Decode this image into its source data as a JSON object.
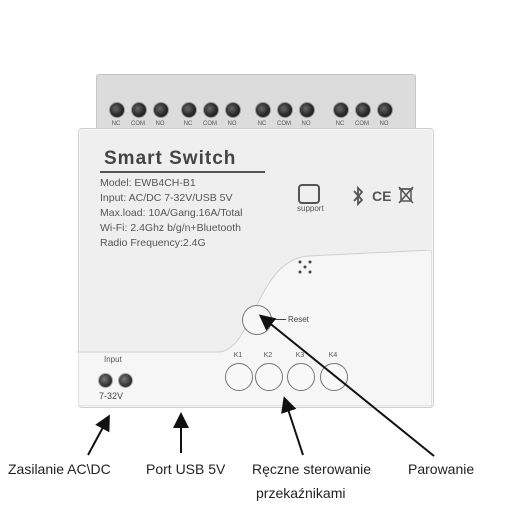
{
  "terminals": {
    "labels": [
      "NC",
      "COM",
      "NO",
      "NC",
      "COM",
      "NO",
      "NC",
      "COM",
      "NO",
      "NC",
      "COM",
      "NO"
    ]
  },
  "device": {
    "title": "Smart  Switch",
    "specs": {
      "model": "Model:  EWB4CH-B1",
      "input": "Input:  AC/DC 7-32V/USB 5V",
      "maxload": "Max.load:  10A/Gang.16A/Total",
      "wifi": "Wi-Fi:  2.4Ghz b/g/n+Bluetooth",
      "radio": "Radio Frequency:2.4G"
    },
    "support_label": "support",
    "ce_label": "CE",
    "input_label": "Input",
    "input_voltage": "7-32V",
    "reset_label": "Reset",
    "channel_buttons": [
      "K1",
      "K2",
      "K3",
      "K4"
    ]
  },
  "captions": {
    "power": "Zasilanie AC\\DC",
    "usb": "Port USB 5V",
    "manual_line1": "Ręczne sterowanie",
    "manual_line2": "przekaźnikami",
    "pairing": "Parowanie"
  }
}
